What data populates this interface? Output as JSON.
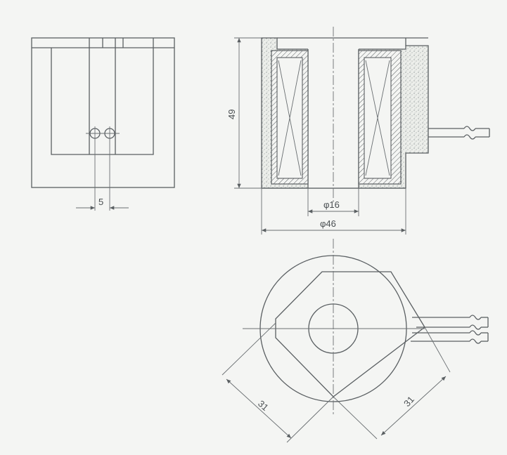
{
  "colors": {
    "paper": "#f4f5f3",
    "line": "#5a5f62",
    "fill_speckle": "#e6e7e4"
  },
  "dimensions": {
    "hole_spacing": "5",
    "height": "49",
    "inner_diameter": "φ16",
    "outer_diameter": "φ46",
    "flat_left": "31",
    "flat_right": "31"
  }
}
